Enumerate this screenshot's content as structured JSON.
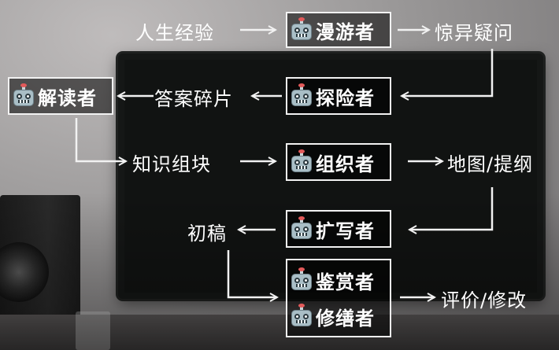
{
  "nodes": {
    "wanderer": "漫游者",
    "reader": "解读者",
    "explorer": "探险者",
    "organizer": "组织者",
    "expander": "扩写者",
    "appreciator": "鉴赏者",
    "reviser": "修缮者"
  },
  "labels": {
    "life_experience": "人生经验",
    "surprise_question": "惊异疑问",
    "answer_fragments": "答案碎片",
    "knowledge_chunks": "知识组块",
    "map_outline": "地图/提纲",
    "draft": "初稿",
    "review_edit": "评价/修改"
  },
  "colors": {
    "line": "#f2f2f2",
    "node_border": "#f2f2f2"
  },
  "icons": {
    "agent": "robot-face-icon"
  }
}
